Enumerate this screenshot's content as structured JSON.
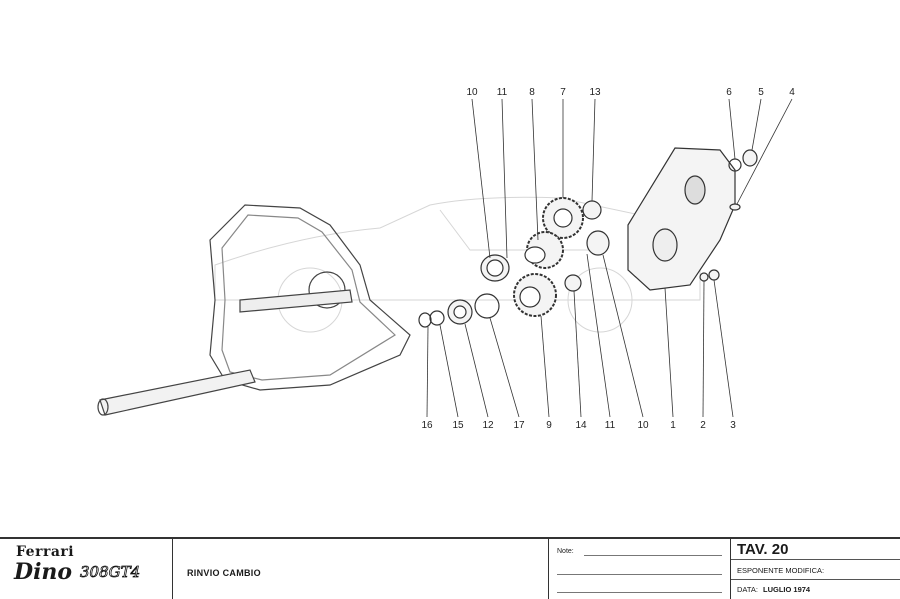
{
  "diagram": {
    "callouts_top": [
      "10",
      "11",
      "8",
      "7",
      "13",
      "6",
      "5",
      "4"
    ],
    "callouts_bottom": [
      "16",
      "15",
      "12",
      "17",
      "9",
      "14",
      "11",
      "10",
      "1",
      "2",
      "3"
    ]
  },
  "titleblock": {
    "logo_brand": "Ferrari",
    "logo_model": "Dino",
    "logo_variant": "308GT4",
    "title": "RINVIO CAMBIO",
    "note_label": "Note:",
    "sheet": "TAV. 20",
    "revision_label": "ESPONENTE MODIFICA:",
    "date_label": "DATA:",
    "date_value": "LUGLIO 1974"
  }
}
